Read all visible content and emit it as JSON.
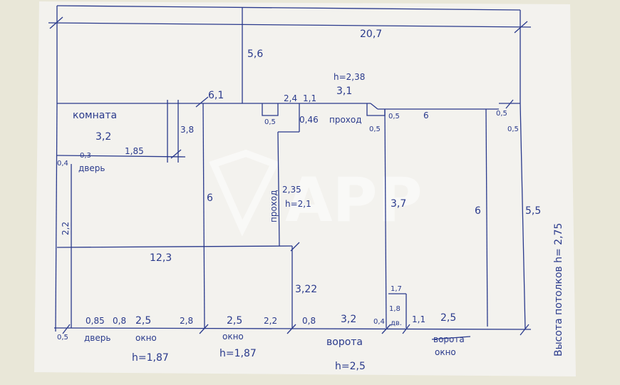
{
  "labels": {
    "total_width": "20,7",
    "top_height": "5,6",
    "seg_6_1": "6,1",
    "seg_2_4": "2,4",
    "seg_1_1": "1,1",
    "height_2_38": "h=2,38",
    "seg_3_1": "3,1",
    "seg_0_5_a": "0,5",
    "seg_0_46": "0,46",
    "passage_top": "проход",
    "seg_0_5_b": "0,5",
    "seg_0_5_c": "0,5",
    "seg_6_top": "6",
    "seg_0_5_d": "0,5",
    "seg_0_5_e": "0,5",
    "room": "комната",
    "room_w": "3,2",
    "room_h": "3,8",
    "seg_0_3": "0,3",
    "seg_1_85": "1,85",
    "seg_0_4": "0,4",
    "door_top": "дверь",
    "height_left": "2,2",
    "seg_6_mid": "6",
    "passage_mid": "проход",
    "seg_2_35": "2,35",
    "height_2_1": "h=2,1",
    "seg_3_7": "3,7",
    "seg_6_right": "6",
    "seg_5_5": "5,5",
    "ceiling": "Высота потолков h= 2,75",
    "seg_12_3": "12,3",
    "seg_3_22": "3,22",
    "seg_1_7": "1,7",
    "seg_1_8": "1,8",
    "seg_0_5_bottom": "0,5",
    "seg_0_85": "0,85",
    "seg_0_8_a": "0,8",
    "seg_2_5_a": "2,5",
    "seg_2_8": "2,8",
    "seg_2_5_b": "2,5",
    "seg_2_2": "2,2",
    "seg_0_8_b": "0,8",
    "seg_3_2_b": "3,2",
    "seg_0_4_b": "0,4",
    "door_small": "дв.",
    "seg_1_1_b": "1,1",
    "seg_2_5_c": "2,5",
    "door_bottom": "дверь",
    "window_a": "окно",
    "window_b": "окно",
    "gate": "ворота",
    "gate_struck": "ворота",
    "window_c": "окно",
    "h_1_87_a": "h=1,87",
    "h_1_87_b": "h=1,87",
    "h_2_5": "h=2,5",
    "watermark": "APP"
  },
  "colors": {
    "ink": "#2a3a8c",
    "paper": "#f3f2ee",
    "background": "#e9e7d8"
  }
}
